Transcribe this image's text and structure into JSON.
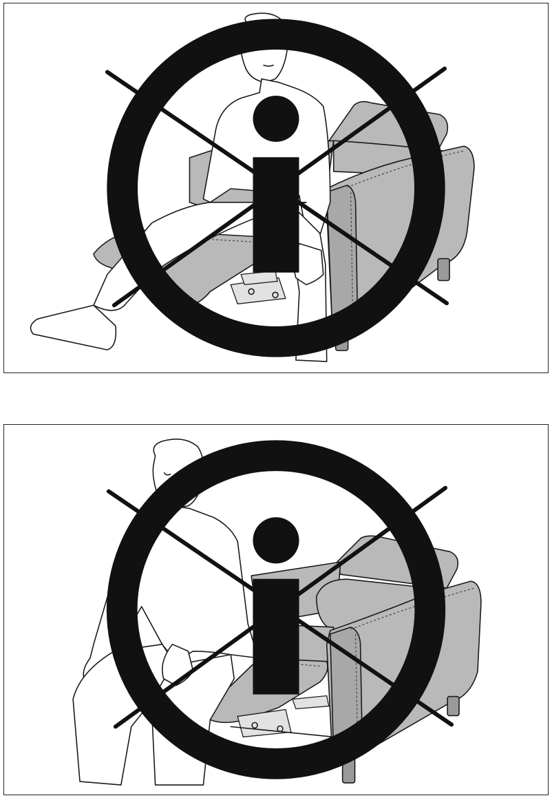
{
  "panels": [
    {
      "id": "panel-1",
      "icon": "info-icon",
      "scene": "person-sitting-on-open-footrest",
      "prohibited": true
    },
    {
      "id": "panel-2",
      "icon": "info-icon",
      "scene": "person-sitting-on-footrest-edge",
      "prohibited": true
    }
  ],
  "colors": {
    "line": "#1a1a1a",
    "fabric": "#b9b9b9",
    "border": "#222222",
    "cross": "#111111"
  }
}
